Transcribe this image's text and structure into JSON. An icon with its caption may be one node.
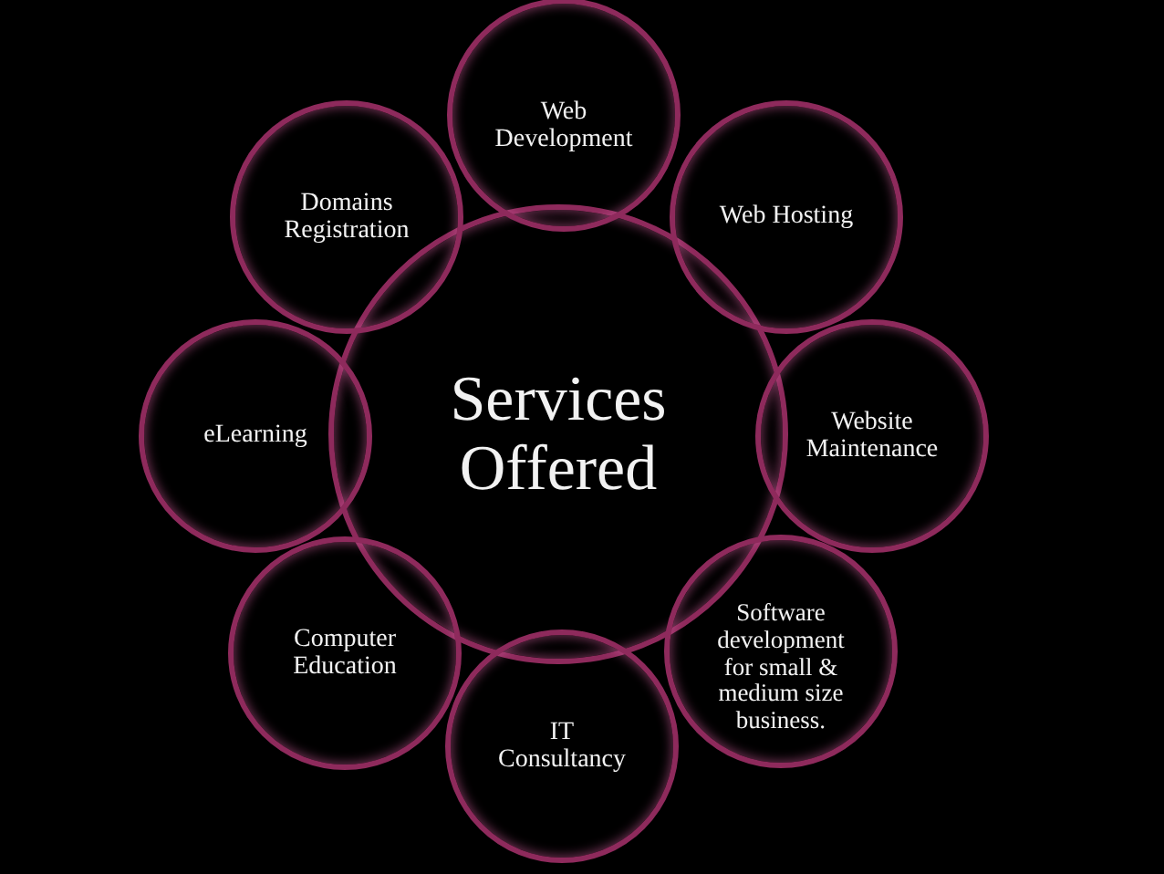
{
  "diagram": {
    "nodes": [
      {
        "text": [
          "Services Offered"
        ]
      },
      {
        "text": [
          "Web Development"
        ]
      },
      {
        "text": [
          "Web Hosting"
        ]
      },
      {
        "text": [
          "Website Maintenance"
        ]
      },
      {
        "text": [
          "Software development for small & medium size business."
        ]
      },
      {
        "text": [
          "IT Consultancy"
        ]
      },
      {
        "text": [
          "Computer Education"
        ]
      },
      {
        "text": [
          "eLearning"
        ]
      },
      {
        "text": [
          "Domains Registration"
        ]
      }
    ]
  }
}
